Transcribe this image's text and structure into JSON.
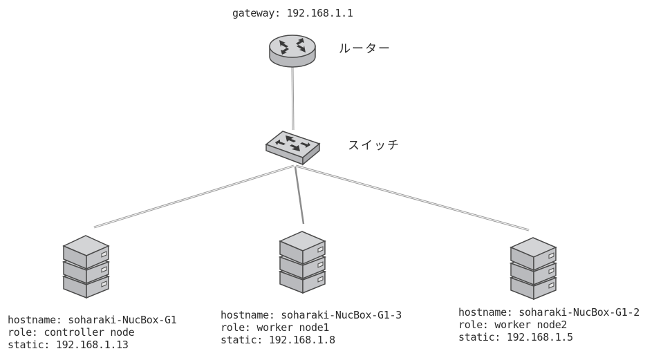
{
  "router": {
    "gateway_text": "gateway: 192.168.1.1",
    "label": "ルーター"
  },
  "switch": {
    "label": "スイッチ"
  },
  "nodes": [
    {
      "hostname": "hostname: soharaki-NucBox-G1",
      "role": "role: controller node",
      "static": "static: 192.168.1.13"
    },
    {
      "hostname": "hostname: soharaki-NucBox-G1-3",
      "role": "role: worker node1",
      "static": "static: 192.168.1.8"
    },
    {
      "hostname": "hostname: soharaki-NucBox-G1-2",
      "role": "role: worker node2",
      "static": "static: 192.168.1.5"
    }
  ],
  "colors": {
    "device_fill": "#c9cacd",
    "device_stroke": "#4a4a4a",
    "arrow": "#3a3a3a",
    "link": "#8c8c8c"
  }
}
